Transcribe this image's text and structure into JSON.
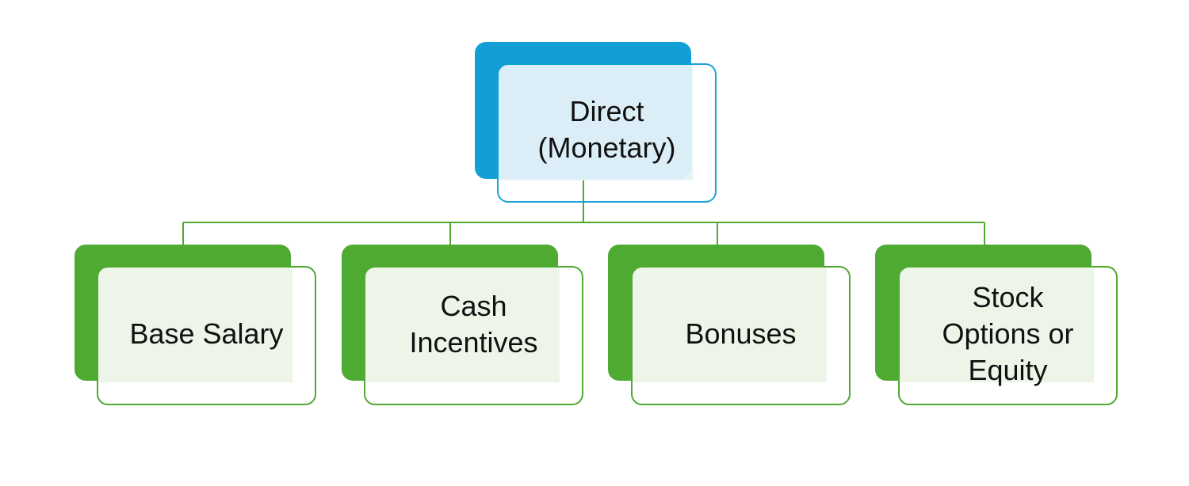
{
  "colors": {
    "root_fill": "#119fd6",
    "root_front_fill": "#e6f3f9",
    "root_border": "#119fd6",
    "child_fill": "#4faa31",
    "child_front_fill": "#edf5e9",
    "child_border": "#4faa31",
    "connector": "#4faa31"
  },
  "root": {
    "label": "Direct\n(Monetary)"
  },
  "children": [
    {
      "label": "Base Salary"
    },
    {
      "label": "Cash\nIncentives"
    },
    {
      "label": "Bonuses"
    },
    {
      "label": "Stock\nOptions or\nEquity"
    }
  ]
}
